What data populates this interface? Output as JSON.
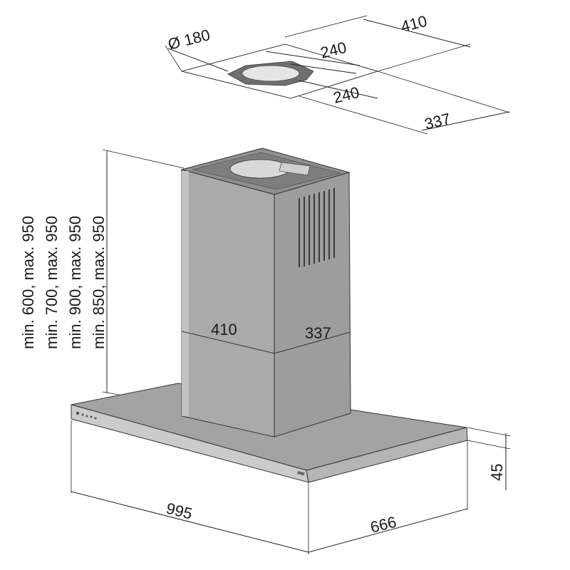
{
  "dimensions": {
    "top_diameter": "Ø 180",
    "top_width_outer": "410",
    "top_width_inner": "240",
    "top_depth_inner": "240",
    "top_depth_outer": "337",
    "chimney_width": "410",
    "chimney_depth": "337",
    "height_options": [
      "min. 600, max. 950",
      "min. 700, max. 950",
      "min. 900, max. 950",
      "min. 850, max. 950"
    ],
    "canopy_width": "995",
    "canopy_depth": "666",
    "canopy_thickness": "45"
  },
  "colors": {
    "chimney_front": "#a9a9a9",
    "chimney_side": "#9a9a9a",
    "canopy_top": "#a3a3a3",
    "canopy_front": "#c9c9c9",
    "vent": "#3a3a3a"
  }
}
